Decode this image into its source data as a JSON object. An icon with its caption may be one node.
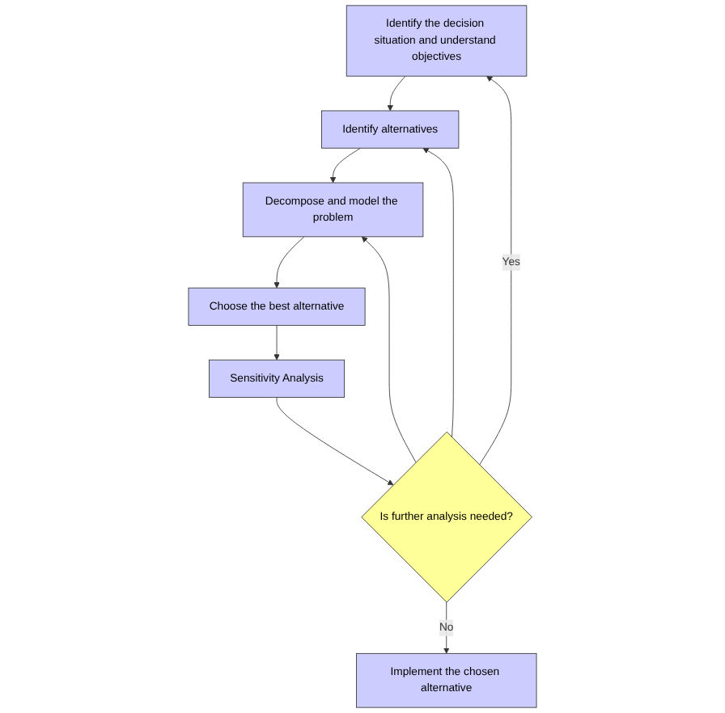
{
  "diagram": {
    "nodes": [
      {
        "text": [
          "Identify the decision situation and understand objectives"
        ]
      },
      {
        "text": [
          "Identify alternatives"
        ]
      },
      {
        "text": [
          "Decompose and model the problem"
        ]
      },
      {
        "text": [
          "Choose the best alternative"
        ]
      },
      {
        "text": [
          "Sensitivity Analysis"
        ]
      },
      {
        "text": [
          "Is further analysis needed?"
        ]
      },
      {
        "text": [
          "Implement the chosen alternative"
        ]
      }
    ],
    "edges": [
      {
        "from": 0,
        "to": 1,
        "arrow": "to"
      },
      {
        "from": 1,
        "to": 2,
        "arrow": "to"
      },
      {
        "from": 2,
        "to": 3,
        "arrow": "to"
      },
      {
        "from": 3,
        "to": 4,
        "arrow": "to"
      },
      {
        "from": 4,
        "to": 5,
        "arrow": "to"
      },
      {
        "from": 5,
        "to": 6,
        "label": "No",
        "arrow": "to"
      },
      {
        "from": 5,
        "to": 0,
        "label": "Yes",
        "arrow": "to"
      },
      {
        "from": 5,
        "to": 1,
        "arrow": "to"
      },
      {
        "from": 5,
        "to": 2,
        "arrow": "to"
      }
    ]
  }
}
